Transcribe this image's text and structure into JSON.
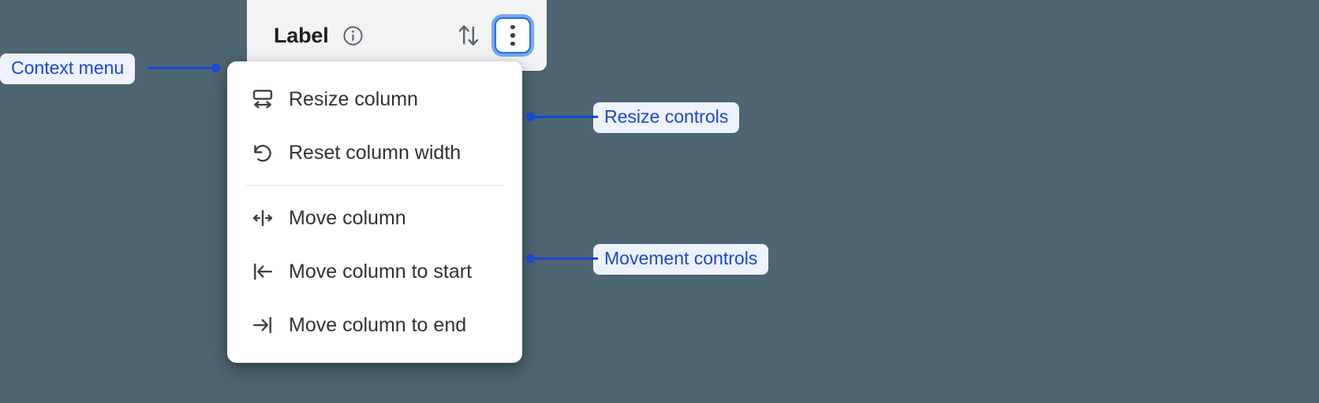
{
  "background_color": "#4d6671",
  "accent_color": "#1a47d6",
  "focus_ring_color": "#1a73e8",
  "column_header": {
    "title": "Label",
    "info_icon": "info-circle-icon",
    "sort_icon": "sort-up-down-icon",
    "menu_button_icon": "kebab-menu-icon",
    "background_color": "#f1f3f4"
  },
  "context_menu": {
    "groups": [
      {
        "name": "resize-group",
        "items": [
          {
            "icon": "resize-column-icon",
            "label": "Resize column"
          },
          {
            "icon": "reset-width-icon",
            "label": "Reset column width"
          }
        ]
      },
      {
        "name": "movement-group",
        "items": [
          {
            "icon": "move-column-icon",
            "label": "Move column"
          },
          {
            "icon": "move-to-start-icon",
            "label": "Move column to start"
          },
          {
            "icon": "move-to-end-icon",
            "label": "Move column to end"
          }
        ]
      }
    ]
  },
  "annotations": [
    {
      "id": "context",
      "label": "Context menu"
    },
    {
      "id": "resize",
      "label": "Resize controls"
    },
    {
      "id": "movement",
      "label": "Movement controls"
    }
  ]
}
